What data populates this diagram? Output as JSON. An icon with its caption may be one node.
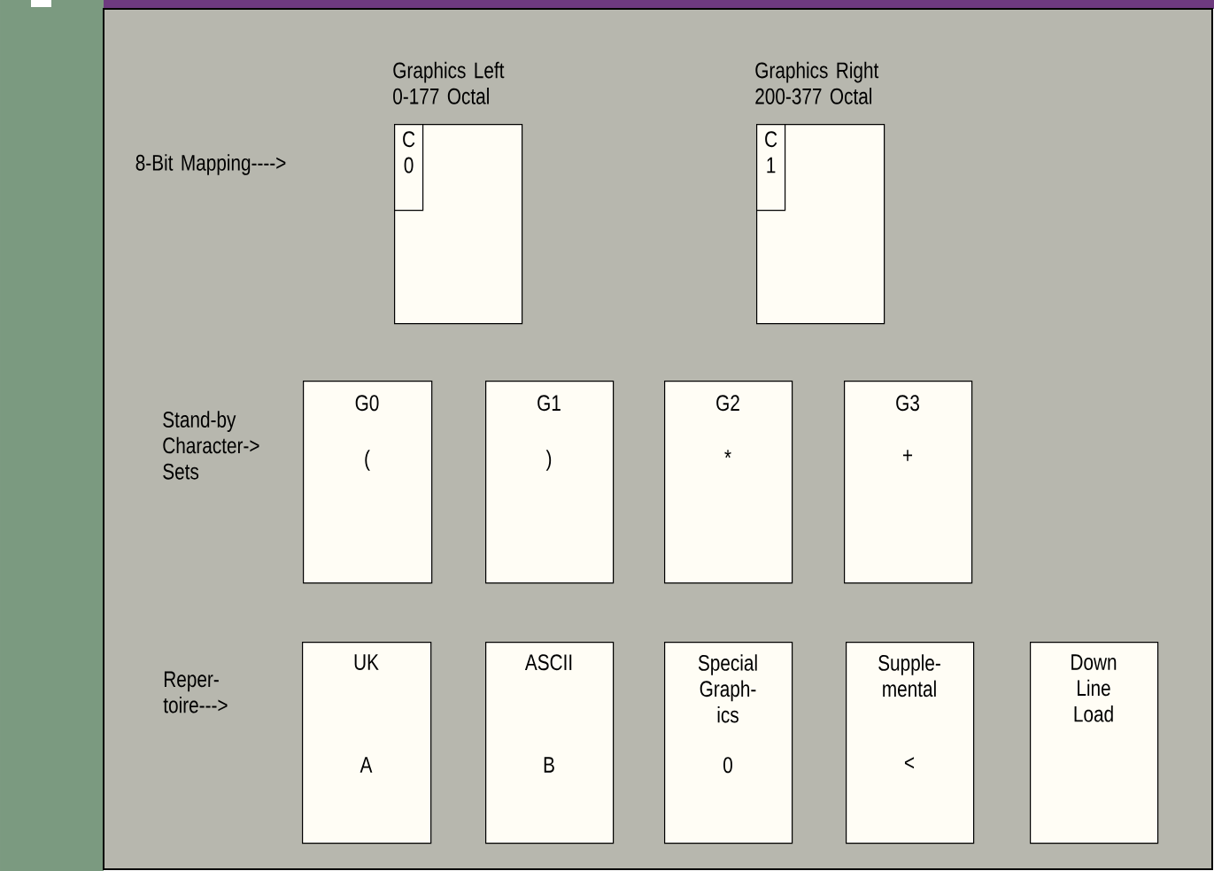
{
  "diagram": {
    "nodes": [
      {
        "text": [
          "Graphics Left 0-177 Octal"
        ]
      },
      {
        "text": [
          "C 0"
        ],
        "in": 0
      },
      {
        "text": [
          "Graphics Right 200-377 Octal"
        ]
      },
      {
        "text": [
          "C 1"
        ],
        "in": 2
      },
      {
        "text": [
          "G0",
          "("
        ]
      },
      {
        "text": [
          "G1",
          ")"
        ]
      },
      {
        "text": [
          "G2",
          "*"
        ]
      },
      {
        "text": [
          "G3",
          "+"
        ]
      },
      {
        "text": [
          "UK",
          "A"
        ]
      },
      {
        "text": [
          "ASCII",
          "B"
        ]
      },
      {
        "text": [
          "Special Graph- ics",
          "0"
        ]
      },
      {
        "text": [
          "Supple- mental",
          "<"
        ]
      },
      {
        "text": [
          "Down Line Load"
        ]
      }
    ],
    "labels": [
      "8-Bit Mapping---->",
      "Stand-by Character-> Sets",
      "Reper- toire--->"
    ]
  }
}
